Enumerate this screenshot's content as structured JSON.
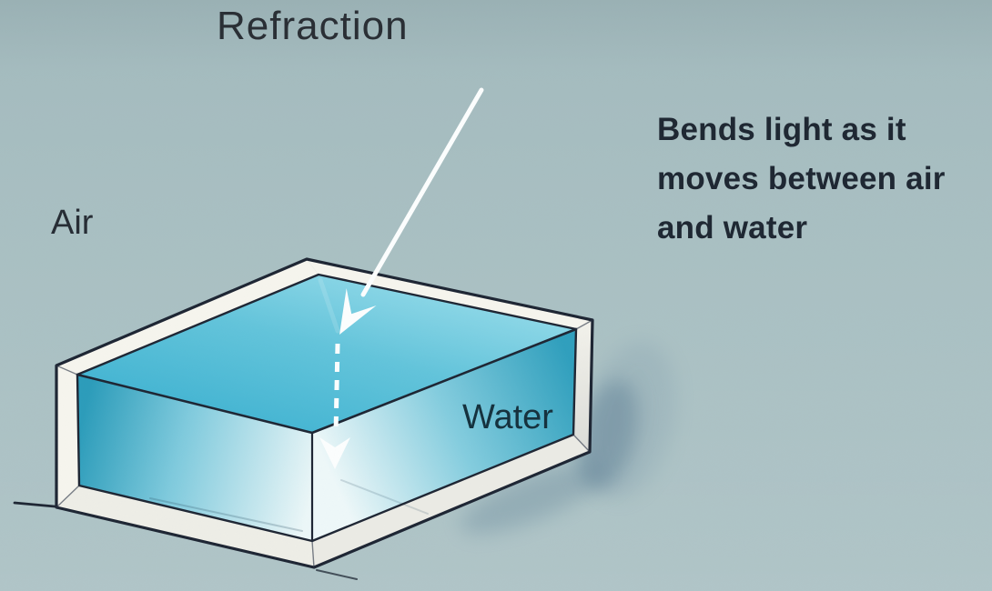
{
  "title": "Refraction",
  "labels": {
    "air": "Air",
    "water": "Water"
  },
  "description": {
    "lines": [
      "Bends light as it",
      "moves between air",
      "and water"
    ]
  },
  "icons": {
    "incident_ray": "solid-arrow-down-left",
    "refracted_ray": "dashed-arrow-down"
  },
  "colors": {
    "background": "#a9c0c3",
    "background_top": "#9db5b9",
    "outline": "#1d2533",
    "tank_frame": "#f6f5ee",
    "water_surface_light": "#8ed8e8",
    "water_surface_deep": "#42b4d2",
    "water_side_dark": "#2b9cba",
    "water_side_light": "#ecf7f8",
    "ray": "#fcfefe",
    "shadow": "#5d7f94",
    "text_dark": "#1f2833"
  }
}
